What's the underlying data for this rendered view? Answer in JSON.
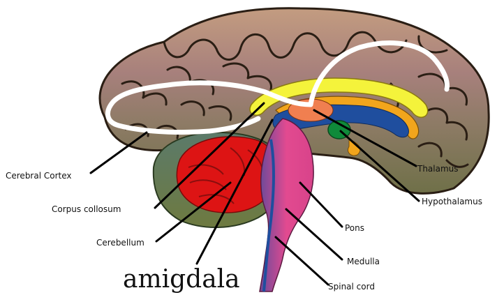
{
  "diagram": {
    "labels": {
      "cerebral_cortex": "Cerebral Cortex",
      "corpus_collosum": "Corpus collosum",
      "cerebellum": "Cerebellum",
      "amigdala": "amigdala",
      "thalamus": "Thalamus",
      "hypothalamus": "Hypothalamus",
      "pons": "Pons",
      "medulla": "Medulla",
      "spinal_cord": "Spinal cord"
    },
    "colors": {
      "cortex_top": "#b88f7c",
      "cortex_mid": "#9a7a78",
      "cortex_lower": "#7f7a52",
      "gyri_line": "#2a1e14",
      "corpus_callosum": "#f4f33b",
      "fornix": "#f2a51c",
      "ventricle": "#1f4e9e",
      "thalamus": "#f07f50",
      "hypothalamus": "#0f8a3a",
      "brainstem": "#e2428e",
      "cerebellum_outer": "#6d7c45",
      "cerebellum_inner": "#dd1414",
      "white_marks": "#ffffff"
    }
  }
}
